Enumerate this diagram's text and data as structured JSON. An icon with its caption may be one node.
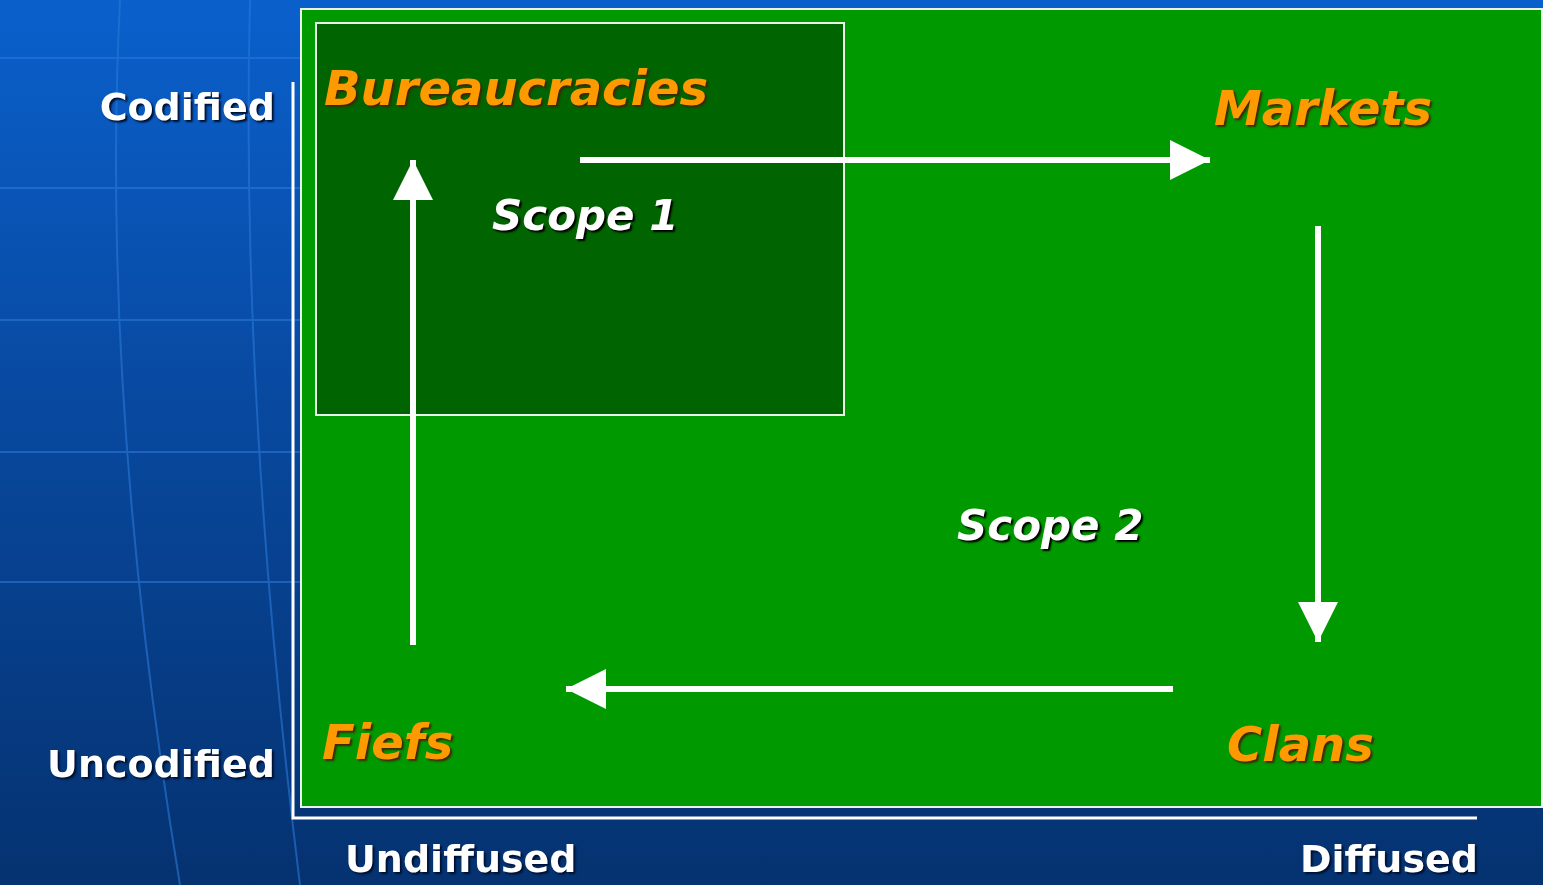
{
  "diagram": {
    "nodes": [
      {
        "text": [
          "Scope 2"
        ]
      },
      {
        "text": [
          "Scope 1"
        ],
        "in": 0
      },
      {
        "text": [
          "Bureaucracies"
        ],
        "in": 1
      },
      {
        "text": [
          "Markets"
        ],
        "in": 0
      },
      {
        "text": [
          "Clans"
        ],
        "in": 0
      },
      {
        "text": [
          "Fiefs"
        ],
        "in": 0
      }
    ],
    "edges": [
      {
        "from": 2,
        "to": 3,
        "arrow": "to"
      },
      {
        "from": 3,
        "to": 4,
        "arrow": "to"
      },
      {
        "from": 4,
        "to": 5,
        "arrow": "to"
      },
      {
        "from": 5,
        "to": 2,
        "arrow": "to"
      }
    ],
    "labels": [
      "Codified",
      "Uncodified",
      "Undiffused",
      "Diffused"
    ]
  }
}
